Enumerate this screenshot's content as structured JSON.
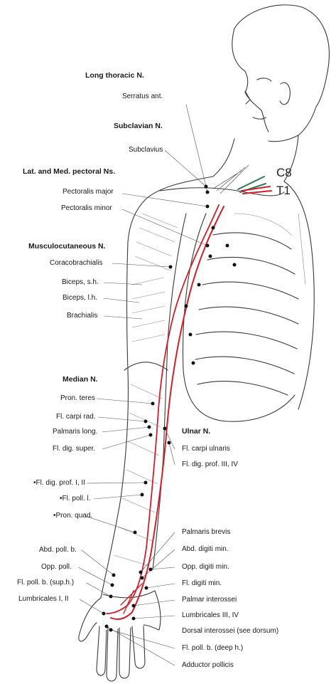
{
  "headers": {
    "long_thoracic": "Long thoracic N.",
    "subclavian": "Subclavian N.",
    "pectoral": "Lat. and Med. pectoral Ns.",
    "musculocutaneous": "Musculocutaneous N.",
    "median": "Median N.",
    "ulnar": "Ulnar N."
  },
  "roots": {
    "c8": "C8",
    "t1": "T1"
  },
  "left_labels": {
    "serratus": "Serratus ant.",
    "subclavius": "Subclavius",
    "pec_major": "Pectoralis major",
    "pec_minor": "Pectoralis minor",
    "coracobrachialis": "Coracobrachialis",
    "biceps_sh": "Biceps, s.h.",
    "biceps_lh": "Biceps, l.h.",
    "brachialis": "Brachialis",
    "pron_teres": "Pron. teres",
    "fcr": "Fl. carpi rad.",
    "palmaris_long": "Palmaris long.",
    "fds": "Fl. dig. super.",
    "fdp_12": "•Fl. dig. prof. I, II",
    "fpl": "•Fl. poll. l.",
    "pron_quad": "•Pron. quad.",
    "abd_poll_b": "Abd. poll. b.",
    "opp_poll": "Opp. poll.",
    "fpb_sup": "Fl. poll. b. (sup.h.)",
    "lumbricales_12": "Lumbricales I, II"
  },
  "right_labels": {
    "fcu": "Fl. carpi ulnaris",
    "fdp_34": "Fl. dig. prof. III, IV",
    "palmaris_brevis": "Palmaris brevis",
    "abd_digiti": "Abd. digiti min.",
    "opp_digiti": "Opp. digiti min.",
    "fl_digiti": "Fl. digiti min.",
    "palmar_interossei": "Palmar interossei",
    "lumbricales_34": "Lumbricales III, IV",
    "dorsal_interossei": "Dorsal interossei   (see dorsum)",
    "fpb_deep": "Fl. poll. b. (deep h.)",
    "adductor": "Adductor pollicis"
  },
  "colors": {
    "outline": "#3a3a3a",
    "nerve_red": "#d0202a",
    "nerve_green": "#2f7a55",
    "leader": "#555555",
    "muscle": "#8a8a8a"
  }
}
